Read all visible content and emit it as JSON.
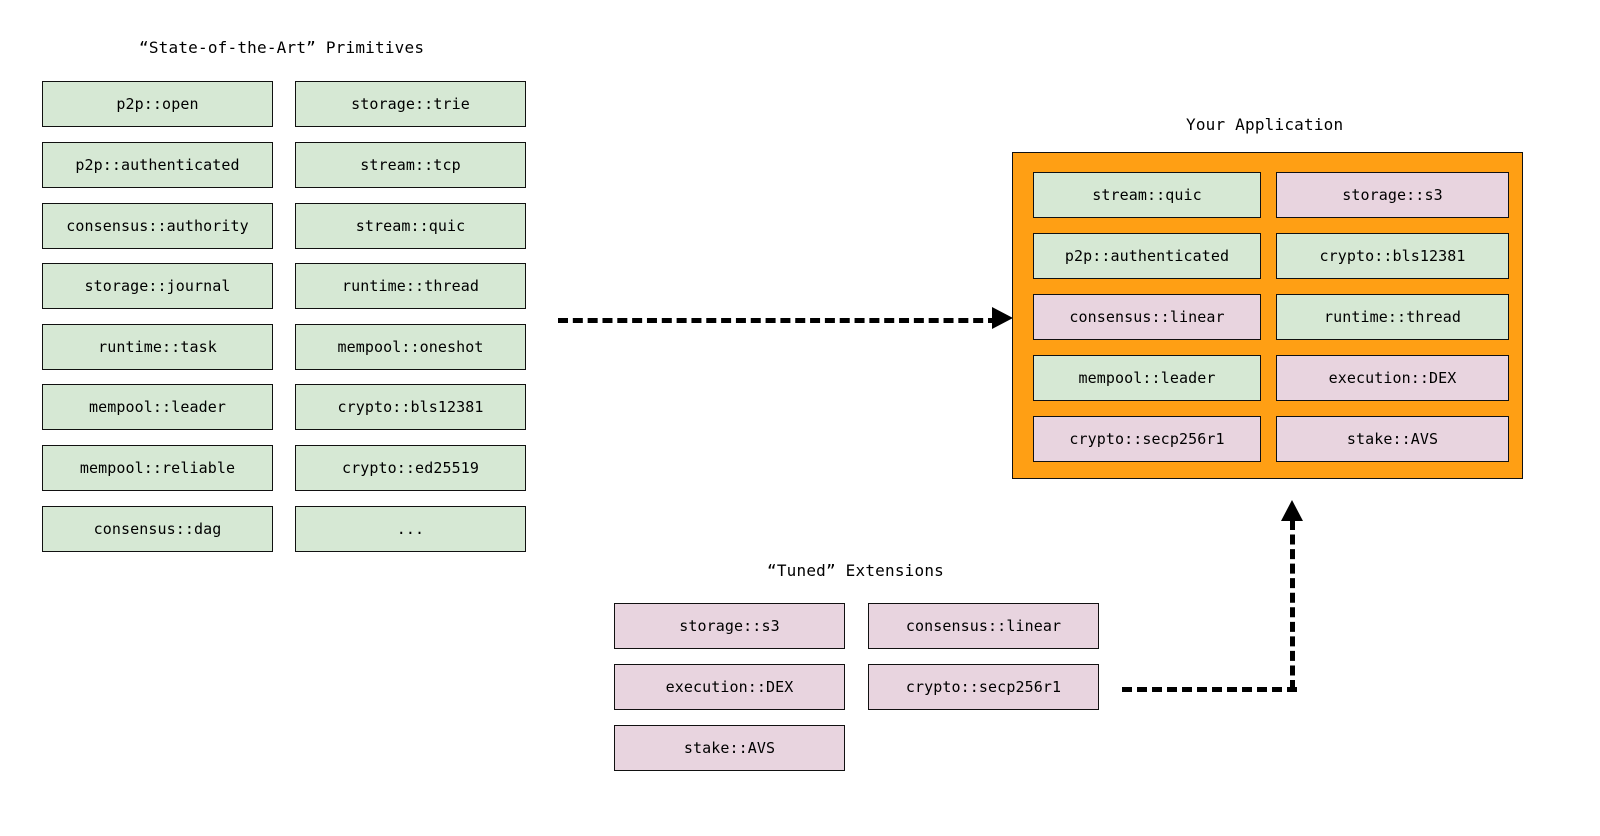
{
  "sections": {
    "sota": {
      "title": "“State-of-the-Art” Primitives",
      "column_left": [
        "p2p::open",
        "p2p::authenticated",
        "consensus::authority",
        "storage::journal",
        "runtime::task",
        "mempool::leader",
        "mempool::reliable",
        "consensus::dag"
      ],
      "column_right": [
        "storage::trie",
        "stream::tcp",
        "stream::quic",
        "runtime::thread",
        "mempool::oneshot",
        "crypto::bls12381",
        "crypto::ed25519",
        "..."
      ]
    },
    "application": {
      "title": "Your Application",
      "column_left": [
        {
          "label": "stream::quic",
          "kind": "primitive"
        },
        {
          "label": "p2p::authenticated",
          "kind": "primitive"
        },
        {
          "label": "consensus::linear",
          "kind": "extension"
        },
        {
          "label": "mempool::leader",
          "kind": "primitive"
        },
        {
          "label": "crypto::secp256r1",
          "kind": "extension"
        }
      ],
      "column_right": [
        {
          "label": "storage::s3",
          "kind": "extension"
        },
        {
          "label": "crypto::bls12381",
          "kind": "primitive"
        },
        {
          "label": "runtime::thread",
          "kind": "primitive"
        },
        {
          "label": "execution::DEX",
          "kind": "extension"
        },
        {
          "label": "stake::AVS",
          "kind": "extension"
        }
      ]
    },
    "tuned": {
      "title": "“Tuned” Extensions",
      "column_left": [
        "storage::s3",
        "execution::DEX",
        "stake::AVS"
      ],
      "column_right": [
        "consensus::linear",
        "crypto::secp256r1"
      ]
    }
  },
  "arrows": [
    {
      "name": "primitives-to-application",
      "style": "dashed",
      "direction": "right"
    },
    {
      "name": "extensions-to-application",
      "style": "dashed",
      "direction": "up"
    }
  ],
  "colors": {
    "primitive_fill": "#d6e8d4",
    "extension_fill": "#e8d4df",
    "application_panel": "#ff9f14",
    "border": "#111111",
    "background": "#ffffff"
  }
}
